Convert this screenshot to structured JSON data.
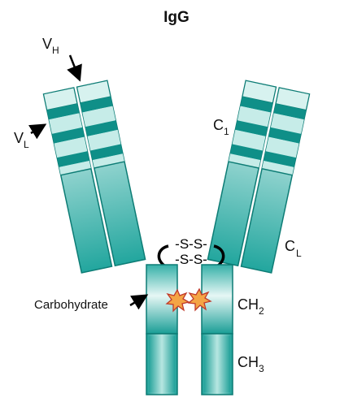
{
  "title": "IgG",
  "labels": {
    "vh": {
      "main": "V",
      "sub": "H"
    },
    "vl": {
      "main": "V",
      "sub": "L"
    },
    "c1": {
      "main": "C",
      "sub": "1"
    },
    "cl": {
      "main": "C",
      "sub": "L"
    },
    "ch2": {
      "main": "CH",
      "sub": "2"
    },
    "ch3": {
      "main": "CH",
      "sub": "3"
    },
    "carbohydrate": "Carbohydrate",
    "disulfide_top": "-S-S-",
    "disulfide_bottom": "-S-S-"
  },
  "colors": {
    "teal": "#1a9e96",
    "teal_dark": "#0f7f78",
    "teal_light": "#d7f2ef",
    "outline": "#0d7c75",
    "star_fill": "#f4a445",
    "star_stroke": "#c0392b",
    "hinge": "#000000"
  },
  "icons": [
    "carbohydrate-star-icon",
    "arrow-icon"
  ]
}
